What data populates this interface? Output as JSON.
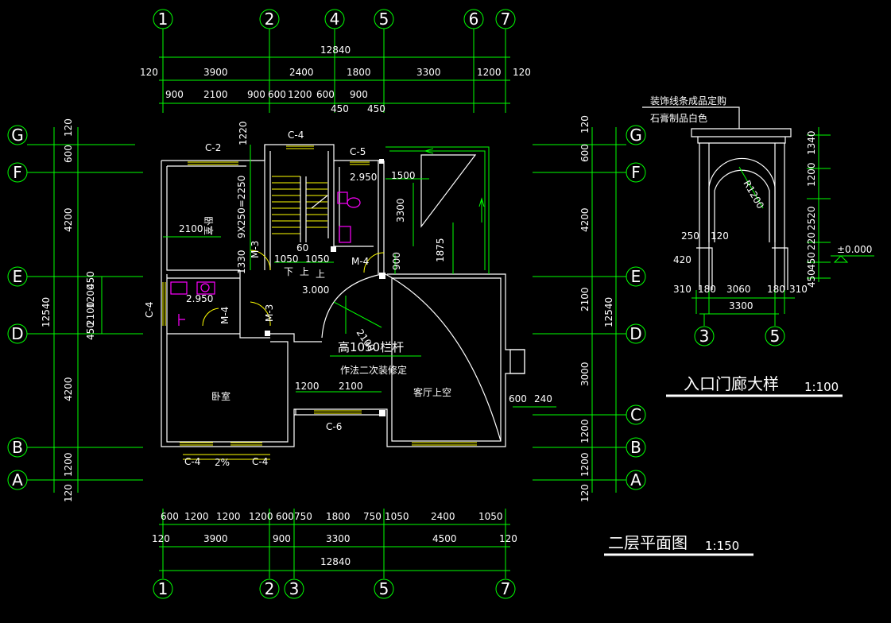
{
  "axes": {
    "top": [
      "1",
      "2",
      "4",
      "5",
      "6",
      "7"
    ],
    "bottom": [
      "1",
      "2",
      "3",
      "5",
      "7"
    ],
    "left": [
      "G",
      "F",
      "E",
      "D",
      "B",
      "A"
    ],
    "right": [
      "G",
      "F",
      "E",
      "D",
      "C",
      "B",
      "A"
    ],
    "detail": [
      "3",
      "5"
    ]
  },
  "dims": {
    "top_total": "12840",
    "top_row1": [
      "120",
      "3900",
      "2400",
      "1800",
      "3300",
      "1200",
      "120"
    ],
    "top_row2": [
      "900",
      "2100",
      "900",
      "600",
      "1200",
      "600",
      "900"
    ],
    "top_row2b": [
      "450",
      "450"
    ],
    "bottom_row1": [
      "600",
      "1200",
      "1200",
      "1200",
      "600",
      "750",
      "1800",
      "750",
      "1050",
      "2400",
      "1050"
    ],
    "bottom_row2": [
      "120",
      "3900",
      "900",
      "3300",
      "4500",
      "120"
    ],
    "bottom_total": "12840",
    "left_outer": [
      "120",
      "600",
      "4200",
      "12540",
      "4200",
      "1200",
      "120"
    ],
    "left_inner": [
      "450",
      "1200",
      "2100",
      "450"
    ],
    "right": [
      "120",
      "600",
      "4200",
      "2100",
      "12540",
      "3000",
      "1200",
      "1200",
      "120"
    ],
    "interior": [
      "1220",
      "2100",
      "1330",
      "9X250=2250",
      "60",
      "1050",
      "1050",
      "1500",
      "3300",
      "1875",
      "900",
      "2100",
      "1200",
      "2100",
      "600",
      "240"
    ]
  },
  "labels": {
    "window_top_left": "C-2",
    "window_stair": "C-4",
    "window_bath": "C-5",
    "window_left": "C-4",
    "window_bottom_left": "C-4",
    "window_bottom_left2": "C-4",
    "window_mid": "C-6",
    "door_m4": "M-4",
    "door_m3a": "M-3",
    "door_m3b": "M-3",
    "door_m4b": "M-4",
    "elev_bath": "2.950",
    "elev_bath2": "2.950",
    "elev_floor": "3.000",
    "bedroom_top": "卧室",
    "bedroom_bottom": "卧室",
    "living_void": "客厅上空",
    "railing_line1": "高1050栏杆",
    "railing_line2": "作法二次装修定",
    "slope": "2%",
    "stair_down": "下",
    "stair_up": "上",
    "stair_up2": "上"
  },
  "titles": {
    "plan_title": "二层平面图",
    "plan_scale": "1:150",
    "detail_title": "入口门廊大样",
    "detail_scale": "1:100"
  },
  "detail": {
    "note1": "装饰线条成品定购",
    "note2": "石膏制品白色",
    "radius": "R1200",
    "dims_bottom": [
      "310",
      "180",
      "3060",
      "180",
      "310"
    ],
    "dim_total": "3300",
    "dims_left": [
      "250",
      "120",
      "420"
    ],
    "dims_right": [
      "1340",
      "1200",
      "2520",
      "220",
      "450",
      "450"
    ],
    "elevation": "±0.000"
  },
  "colors": {
    "background": "#000000",
    "dimension": "#00ff00",
    "wall": "#ffffff",
    "stair": "#ffff00",
    "fixture": "#ff00ff"
  }
}
